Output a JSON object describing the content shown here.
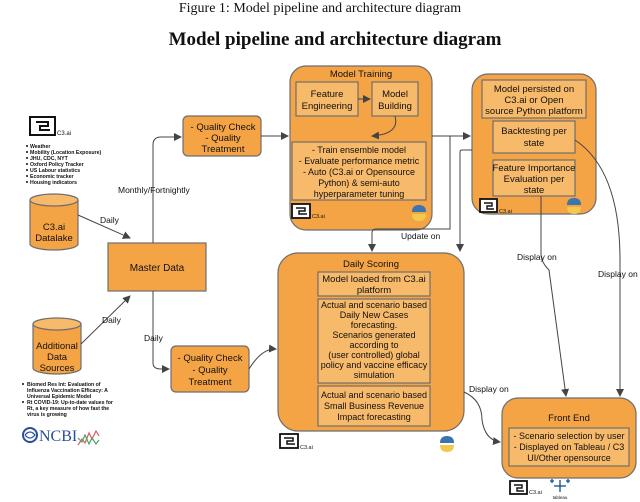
{
  "figure_caption": "Figure 1: Model pipeline and architecture diagram",
  "title": "Model pipeline and architecture diagram",
  "colors": {
    "box_fill": "#F5A445",
    "inner_fill": "#F7B96A",
    "border": "#6E6E6E",
    "arrow": "#444444",
    "canvas_bg": "#FFFFFF"
  },
  "logos": {
    "c3ai_label": "C3.ai",
    "ncbi_label": "NCBI",
    "tableau_label": "tableau"
  },
  "data_list": [
    "Weather",
    "Mobility (Location Exposure)",
    "JHU, CDC, NYT",
    "Oxford Policy Tracker",
    "US Labour statistics",
    "Economic tracker",
    "Housing indicators"
  ],
  "refs": [
    "Biomed Res Int: Evaluation of",
    "Influenza Vaccination Efficacy: A",
    "Universal Epidemic Model",
    "Rt COVID-19: Up-to-date values for",
    "Rt, a key measure of how fast the",
    "virus is growing"
  ],
  "nodes": {
    "datalake": [
      "C3.ai",
      "Datalake"
    ],
    "additional": [
      "Additional",
      "Data",
      "Sources"
    ],
    "master": "Master Data",
    "qc1": [
      "- Quality Check",
      "- Quality",
      "Treatment"
    ],
    "qc2": [
      "- Quality Check",
      "- Quality",
      "Treatment"
    ],
    "training_title": "Model Training",
    "feature_eng": [
      "Feature",
      "Engineering"
    ],
    "model_build": [
      "Model",
      "Building"
    ],
    "train_list": [
      "- Train ensemble model",
      "- Evaluate performance metric",
      "- Auto (C3.ai or Opensource",
      "Python) & semi-auto",
      "hyperparameter tuning"
    ],
    "persisted": [
      "Model persisted on",
      "C3.ai or Open",
      "source Python platform"
    ],
    "backtesting": [
      "Backtesting per",
      "state"
    ],
    "feature_imp": [
      "Feature Importance",
      "Evaluation per",
      "state"
    ],
    "daily_title": "Daily Scoring",
    "loaded": [
      "Model loaded from C3.ai",
      "platform"
    ],
    "scenario": [
      "Actual and scenario based",
      "Daily New Cases",
      "forecasting.",
      "Scenarios generated",
      "according to",
      "(user controlled) global",
      "policy and vaccine efficacy",
      "simulation"
    ],
    "business": [
      "Actual and scenario based",
      "Small Business Revenue",
      "Impact  forecasting"
    ],
    "frontend_title": "Front End",
    "frontend_list": [
      "- Scenario selection by user",
      "- Displayed on Tableau / C3",
      "UI/Other opensource"
    ]
  },
  "edge_labels": {
    "monthly": "Monthly/Fortnightly",
    "daily1": "Daily",
    "daily2": "Daily",
    "daily3": "Daily",
    "update_on": "Update on",
    "display_on1": "Display on",
    "display_on2": "Display on",
    "display_on3": "Display on"
  }
}
